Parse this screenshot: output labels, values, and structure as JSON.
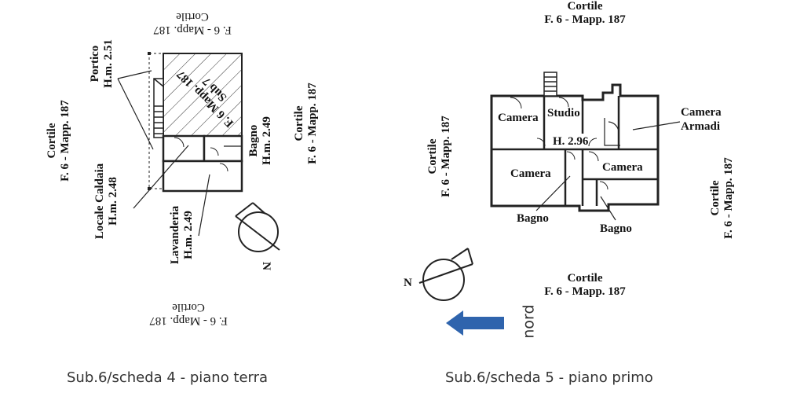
{
  "left_plan": {
    "top_label": {
      "line1": "F. 6 - Mapp. 187",
      "line2": "Cortile"
    },
    "bottom_label": {
      "line1": "F. 6 - Mapp. 187",
      "line2": "Cortile"
    },
    "left_label": {
      "line1": "Cortile",
      "line2": "F. 6 - Mapp. 187"
    },
    "right_label": {
      "line1": "Cortile",
      "line2": "F. 6 - Mapp. 187"
    },
    "hatch_label": {
      "line1": "F. 6 Mapp. 187",
      "line2": "Sub 7"
    },
    "portico": {
      "line1": "Portico",
      "line2": "H.m. 2.51"
    },
    "bagno": {
      "line1": "Bagno",
      "line2": "H.m. 2.49"
    },
    "locale_caldaia": {
      "line1": "Locale Caldaia",
      "line2": "H.m. 2.48"
    },
    "lavanderia": {
      "line1": "Lavanderia",
      "line2": "H.m. 2.49"
    },
    "compass_n": "N",
    "caption": "Sub.6/scheda 4 - piano terra"
  },
  "right_plan": {
    "top_label": {
      "line1": "Cortile",
      "line2": "F. 6 - Mapp. 187"
    },
    "bottom_label": {
      "line1": "Cortile",
      "line2": "F. 6 - Mapp. 187"
    },
    "left_label": {
      "line1": "Cortile",
      "line2": "F. 6 - Mapp. 187"
    },
    "right_label": {
      "line1": "Cortile",
      "line2": "F. 6 - Mapp. 187"
    },
    "rooms": {
      "camera_tl": "Camera",
      "studio": "Studio",
      "camera_armadi_1": "Camera",
      "camera_armadi_2": "Armadi",
      "height": "H. 2.96",
      "camera_ml": "Camera",
      "camera_mr": "Camera",
      "bagno_1": "Bagno",
      "bagno_2": "Bagno"
    },
    "compass_n": "N",
    "nord_label": "nord",
    "arrow_color": "#2f64ad",
    "caption": "Sub.6/scheda 5 - piano primo"
  }
}
